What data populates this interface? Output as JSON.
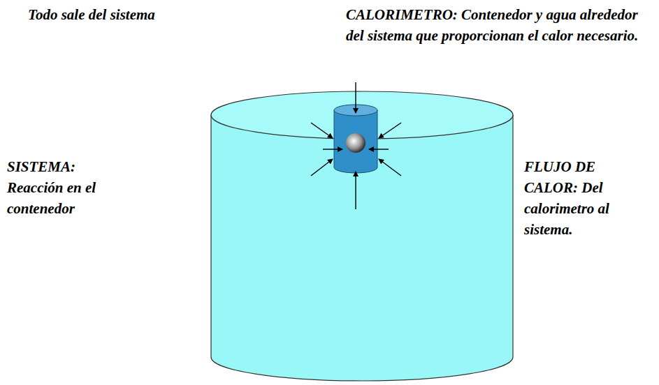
{
  "diagram": {
    "labels": [
      "Todo sale del sistema",
      "CALORIMETRO: Contenedor y agua alrededor del sistema que proporcionan el calor necesario.",
      "SISTEMA: Reacción en el contenedor",
      "FLUJO DE CALOR: Del calorimetro al sistema."
    ]
  }
}
